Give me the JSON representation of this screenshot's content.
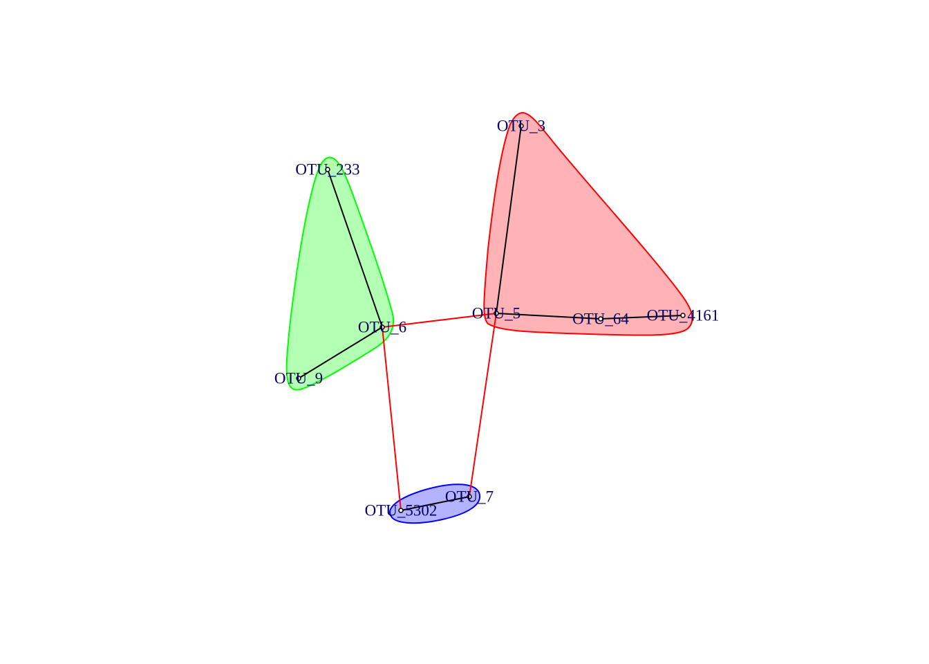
{
  "colors": {
    "label": "#000066",
    "intra_edge": "#000000",
    "inter_edge": "#ff0000",
    "node_fill": "#ffffff",
    "node_stroke": "#000000"
  },
  "communities": [
    {
      "id": "green",
      "stroke": "#00ff00",
      "fill": "#b3ffb3",
      "members": [
        "OTU_233",
        "OTU_6",
        "OTU_9"
      ]
    },
    {
      "id": "red",
      "stroke": "#ff0000",
      "fill": "#ffb3b6",
      "members": [
        "OTU_3",
        "OTU_5",
        "OTU_64",
        "OTU_4161"
      ]
    },
    {
      "id": "blue",
      "stroke": "#0000ff",
      "fill": "#b3b3ff",
      "members": [
        "OTU_5302",
        "OTU_7"
      ]
    }
  ],
  "nodes": [
    {
      "id": "OTU_3",
      "label": "OTU_3"
    },
    {
      "id": "OTU_233",
      "label": "OTU_233"
    },
    {
      "id": "OTU_5",
      "label": "OTU_5"
    },
    {
      "id": "OTU_64",
      "label": "OTU_64"
    },
    {
      "id": "OTU_4161",
      "label": "OTU_4161"
    },
    {
      "id": "OTU_6",
      "label": "OTU_6"
    },
    {
      "id": "OTU_9",
      "label": "OTU_9"
    },
    {
      "id": "OTU_7",
      "label": "OTU_7"
    },
    {
      "id": "OTU_5302",
      "label": "OTU_5302"
    }
  ],
  "edges": [
    {
      "source": "OTU_233",
      "target": "OTU_6",
      "type": "intra"
    },
    {
      "source": "OTU_6",
      "target": "OTU_9",
      "type": "intra"
    },
    {
      "source": "OTU_3",
      "target": "OTU_5",
      "type": "intra"
    },
    {
      "source": "OTU_5",
      "target": "OTU_64",
      "type": "intra"
    },
    {
      "source": "OTU_64",
      "target": "OTU_4161",
      "type": "intra"
    },
    {
      "source": "OTU_5302",
      "target": "OTU_7",
      "type": "intra"
    },
    {
      "source": "OTU_6",
      "target": "OTU_5",
      "type": "inter"
    },
    {
      "source": "OTU_6",
      "target": "OTU_5302",
      "type": "inter"
    },
    {
      "source": "OTU_5",
      "target": "OTU_7",
      "type": "inter"
    }
  ]
}
